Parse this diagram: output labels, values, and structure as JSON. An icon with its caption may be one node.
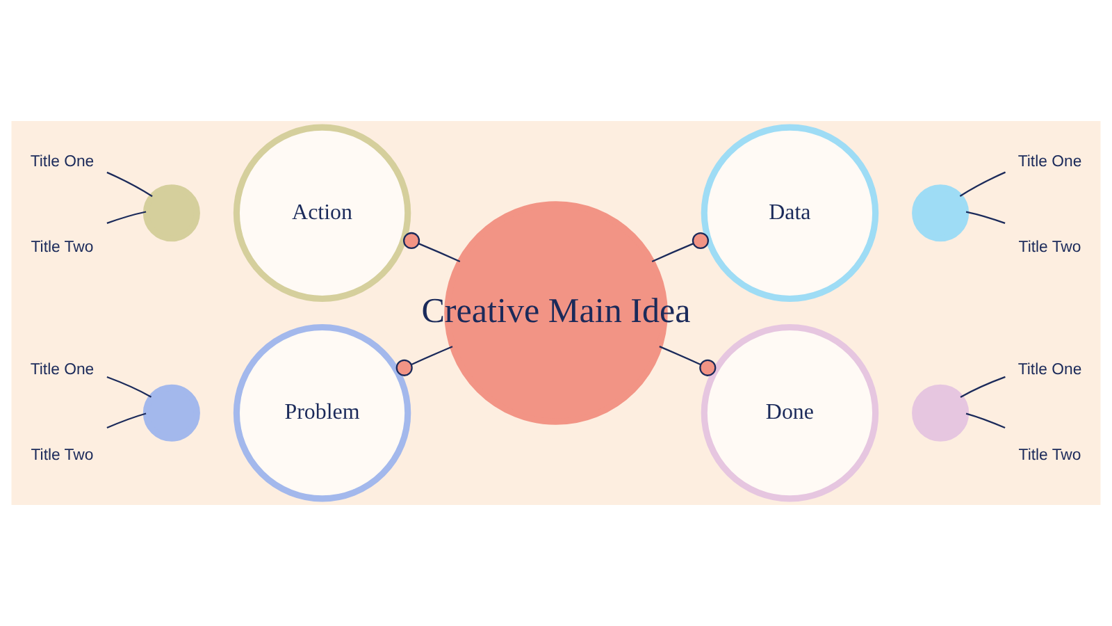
{
  "diagram": {
    "nodes": [
      {
        "text": [
          "Problem"
        ]
      },
      {
        "text": [
          "Data"
        ]
      },
      {
        "text": [
          "Creative Main Idea"
        ]
      },
      {
        "text": [
          "Action"
        ]
      },
      {
        "text": [
          "Done"
        ]
      },
      {
        "text": [],
        "shape": "circle"
      },
      {
        "text": [],
        "shape": "circle"
      },
      {
        "text": [],
        "shape": "circle"
      },
      {
        "text": [],
        "shape": "circle"
      },
      {
        "text": [
          "Title One"
        ]
      },
      {
        "text": [
          "Title Two"
        ]
      },
      {
        "text": [
          "Title One"
        ]
      },
      {
        "text": [
          "Title Two"
        ]
      },
      {
        "text": [
          "Title One"
        ]
      },
      {
        "text": [
          "Title Two"
        ]
      },
      {
        "text": [
          "Title One"
        ]
      },
      {
        "text": [
          "Title Two"
        ]
      }
    ],
    "edges": [
      {
        "from": 0,
        "to": 2,
        "arrow": "other"
      },
      {
        "from": 1,
        "to": 2,
        "arrow": "other"
      },
      {
        "from": 3,
        "to": 2,
        "arrow": "other"
      },
      {
        "from": 4,
        "to": 2,
        "arrow": "other"
      },
      {
        "from": 5,
        "to": 9,
        "arrow": "none"
      },
      {
        "from": 5,
        "to": 10,
        "arrow": "none"
      },
      {
        "from": 6,
        "to": 11,
        "arrow": "none"
      },
      {
        "from": 6,
        "to": 12,
        "arrow": "none"
      },
      {
        "from": 7,
        "to": 13,
        "arrow": "none"
      },
      {
        "from": 7,
        "to": 14,
        "arrow": "none"
      },
      {
        "from": 8,
        "to": 15,
        "arrow": "none"
      },
      {
        "from": 8,
        "to": 16,
        "arrow": "none"
      }
    ]
  }
}
